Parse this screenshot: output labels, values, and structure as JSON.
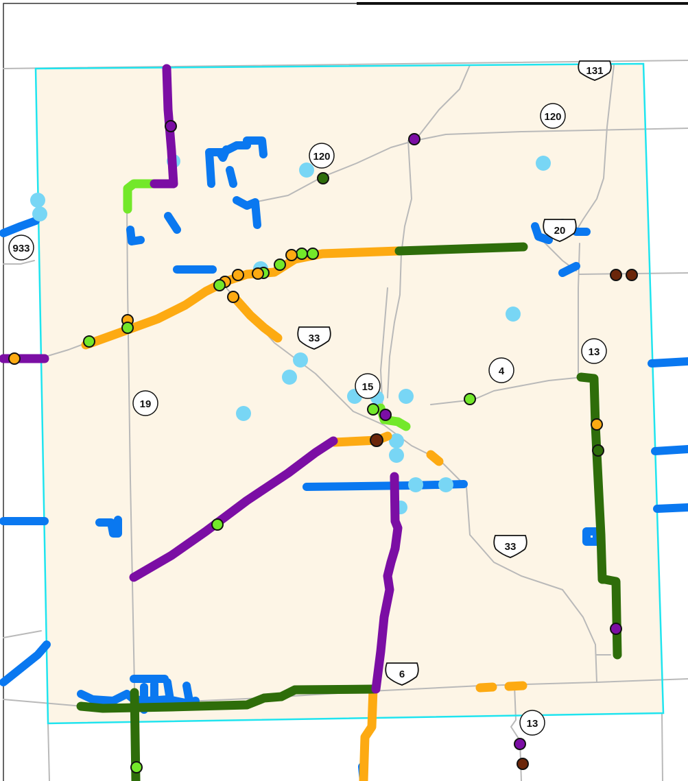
{
  "colors": {
    "county_fill": "#fdf5e6",
    "county_border": "#1fe4ef",
    "road": "#b9b9b9",
    "purple": "#7b0ea4",
    "green_dark": "#2e6d0a",
    "green_light": "#73e82a",
    "orange": "#fdaa12",
    "blue": "#0a78f0",
    "light_blue": "#78d6f5",
    "brown": "#6b260a"
  },
  "route_shields": {
    "us_131": "131",
    "us_20": "20",
    "us_33_north": "33",
    "us_33_south": "33",
    "us_6": "6",
    "sr_120_east": "120",
    "sr_120_west": "120",
    "sr_933": "933",
    "sr_13_north": "13",
    "sr_13_south": "13",
    "sr_4": "4",
    "sr_15": "15",
    "sr_19": "19"
  }
}
